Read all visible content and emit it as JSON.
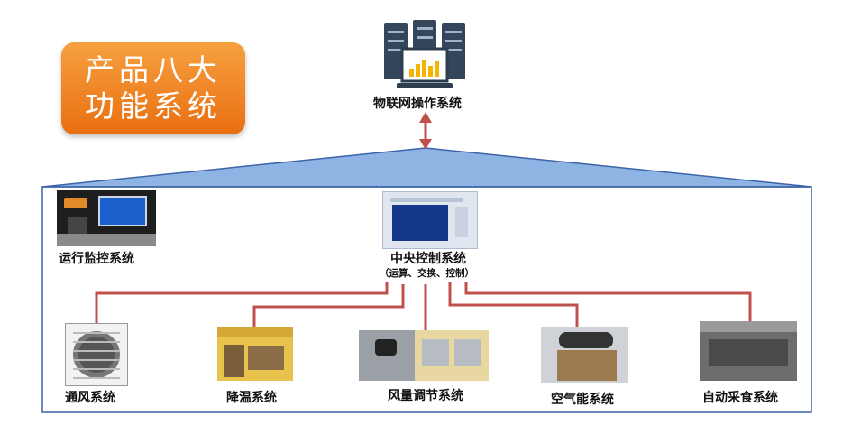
{
  "badge": {
    "line1": "产品八大",
    "line2": "功能系统"
  },
  "top_node": {
    "label": "物联网操作系统",
    "icon": "server-monitor-icon"
  },
  "center_node": {
    "label": "中央控制系统",
    "sublabel": "（运算、交换、控制）",
    "icon": "control-panel-icon"
  },
  "monitor_node": {
    "label": "运行监控系统",
    "icon": "monitor-panel-icon"
  },
  "subsystems": [
    {
      "label": "通风系统",
      "icon": "exhaust-fan-icon"
    },
    {
      "label": "降温系统",
      "icon": "cooling-pad-icon"
    },
    {
      "label": "风量调节系统",
      "icon": "air-inlet-icon"
    },
    {
      "label": "空气能系统",
      "icon": "heat-pump-icon"
    },
    {
      "label": "自动采食系统",
      "icon": "feeder-icon"
    }
  ],
  "colors": {
    "connector": "#c0504d",
    "frame": "#3c64a8",
    "roof": "#8db4e2",
    "badge": "#ee7d1b"
  }
}
